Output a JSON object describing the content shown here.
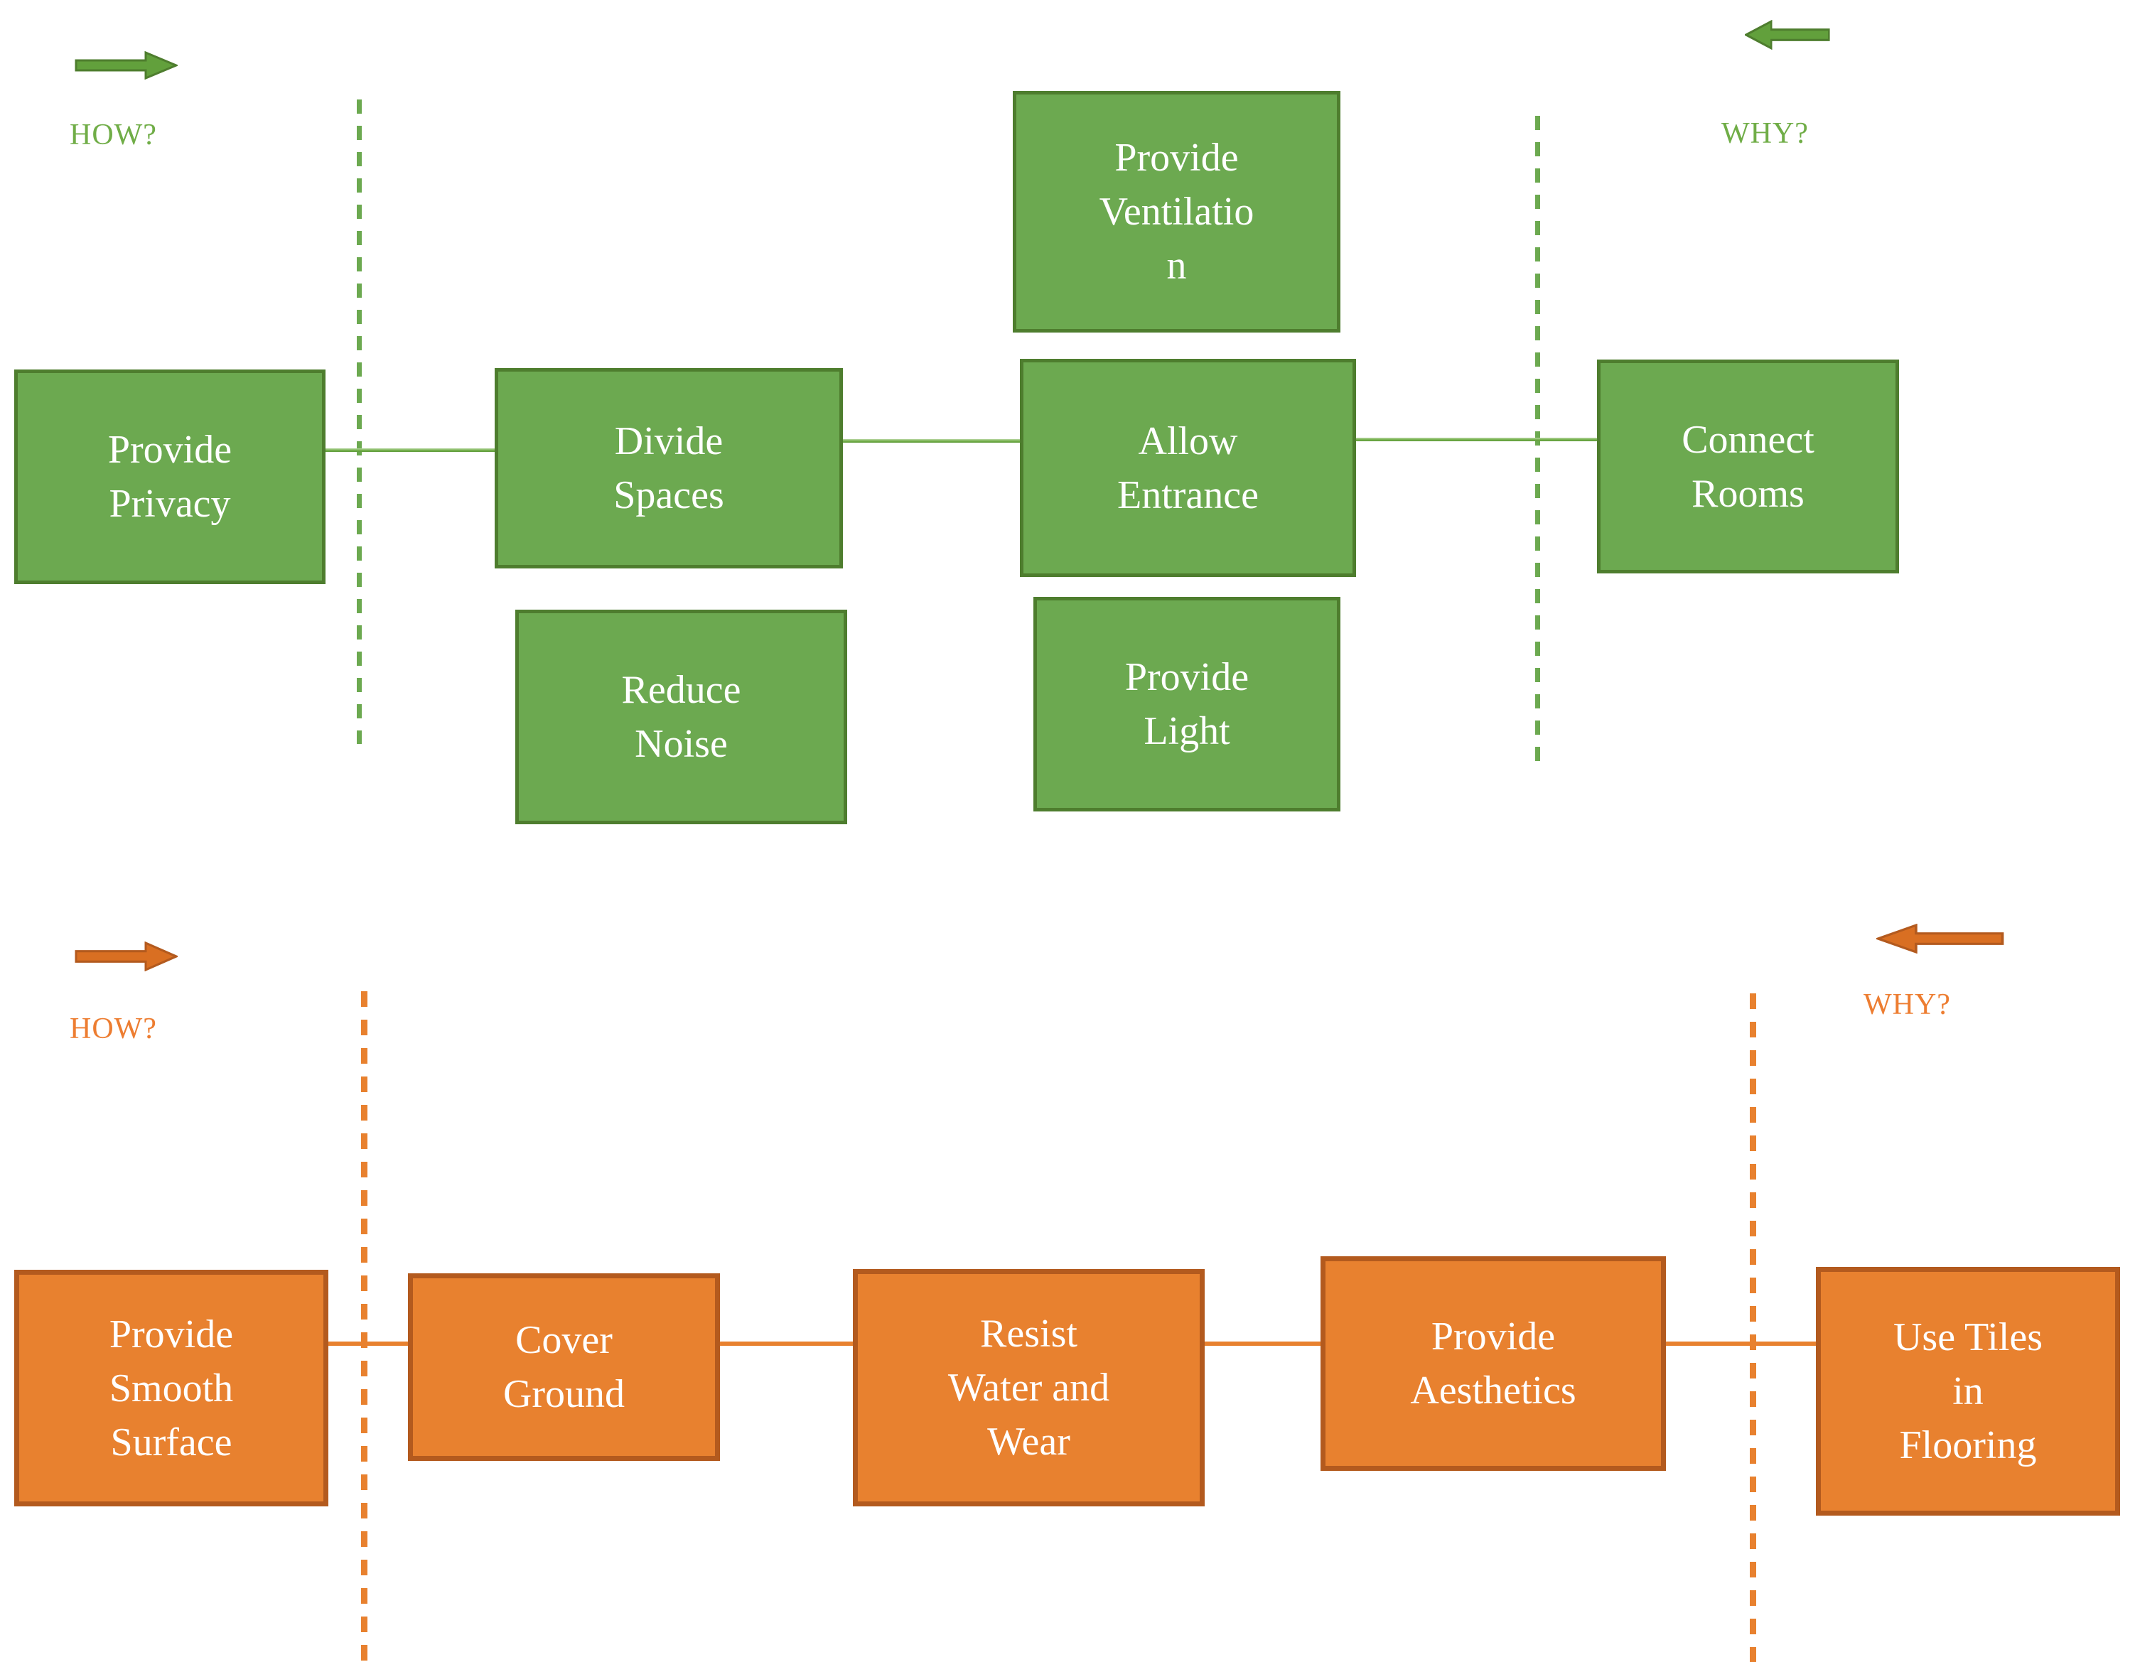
{
  "diagram": {
    "type": "function-analysis ladder (HOW? / WHY?)",
    "palette": {
      "green_fill": "#6CA950",
      "green_border": "#4E7D2E",
      "green_accent": "#70AD47",
      "orange_fill": "#E8812F",
      "orange_border": "#B35A1E",
      "orange_accent": "#ED7D31",
      "label_text": "#FFFFFF"
    },
    "sections": {
      "walls": {
        "how_label": "HOW?",
        "why_label": "WHY?",
        "boxes": [
          {
            "id": "provide-privacy",
            "label": "Provide Privacy",
            "lines": [
              "Provide",
              "Privacy"
            ]
          },
          {
            "id": "divide-spaces",
            "label": "Divide Spaces",
            "lines": [
              "Divide",
              "Spaces"
            ]
          },
          {
            "id": "provide-ventilation",
            "label": "Provide Ventilation",
            "lines": [
              "Provide",
              "Ventilatio",
              "n"
            ]
          },
          {
            "id": "allow-entrance",
            "label": "Allow Entrance",
            "lines": [
              "Allow",
              "Entrance"
            ]
          },
          {
            "id": "reduce-noise",
            "label": "Reduce Noise",
            "lines": [
              "Reduce",
              "Noise"
            ]
          },
          {
            "id": "provide-light",
            "label": "Provide Light",
            "lines": [
              "Provide",
              "Light"
            ]
          },
          {
            "id": "connect-rooms",
            "label": "Connect Rooms",
            "lines": [
              "Connect",
              "Rooms"
            ]
          }
        ]
      },
      "tiles": {
        "how_label": "HOW?",
        "why_label": "WHY?",
        "boxes": [
          {
            "id": "provide-smooth-surface",
            "label": "Provide Smooth Surface",
            "lines": [
              "Provide",
              "Smooth",
              "Surface"
            ]
          },
          {
            "id": "cover-ground",
            "label": "Cover Ground",
            "lines": [
              "Cover",
              "Ground"
            ]
          },
          {
            "id": "resist-water-and-wear",
            "label": "Resist Water and Wear",
            "lines": [
              "Resist",
              "Water and",
              "Wear"
            ]
          },
          {
            "id": "provide-aesthetics",
            "label": "Provide Aesthetics",
            "lines": [
              "Provide",
              "Aesthetics"
            ]
          },
          {
            "id": "use-tiles-in-flooring",
            "label": "Use Tiles in Flooring",
            "lines": [
              "Use Tiles",
              "in",
              "Flooring"
            ]
          }
        ]
      }
    }
  }
}
